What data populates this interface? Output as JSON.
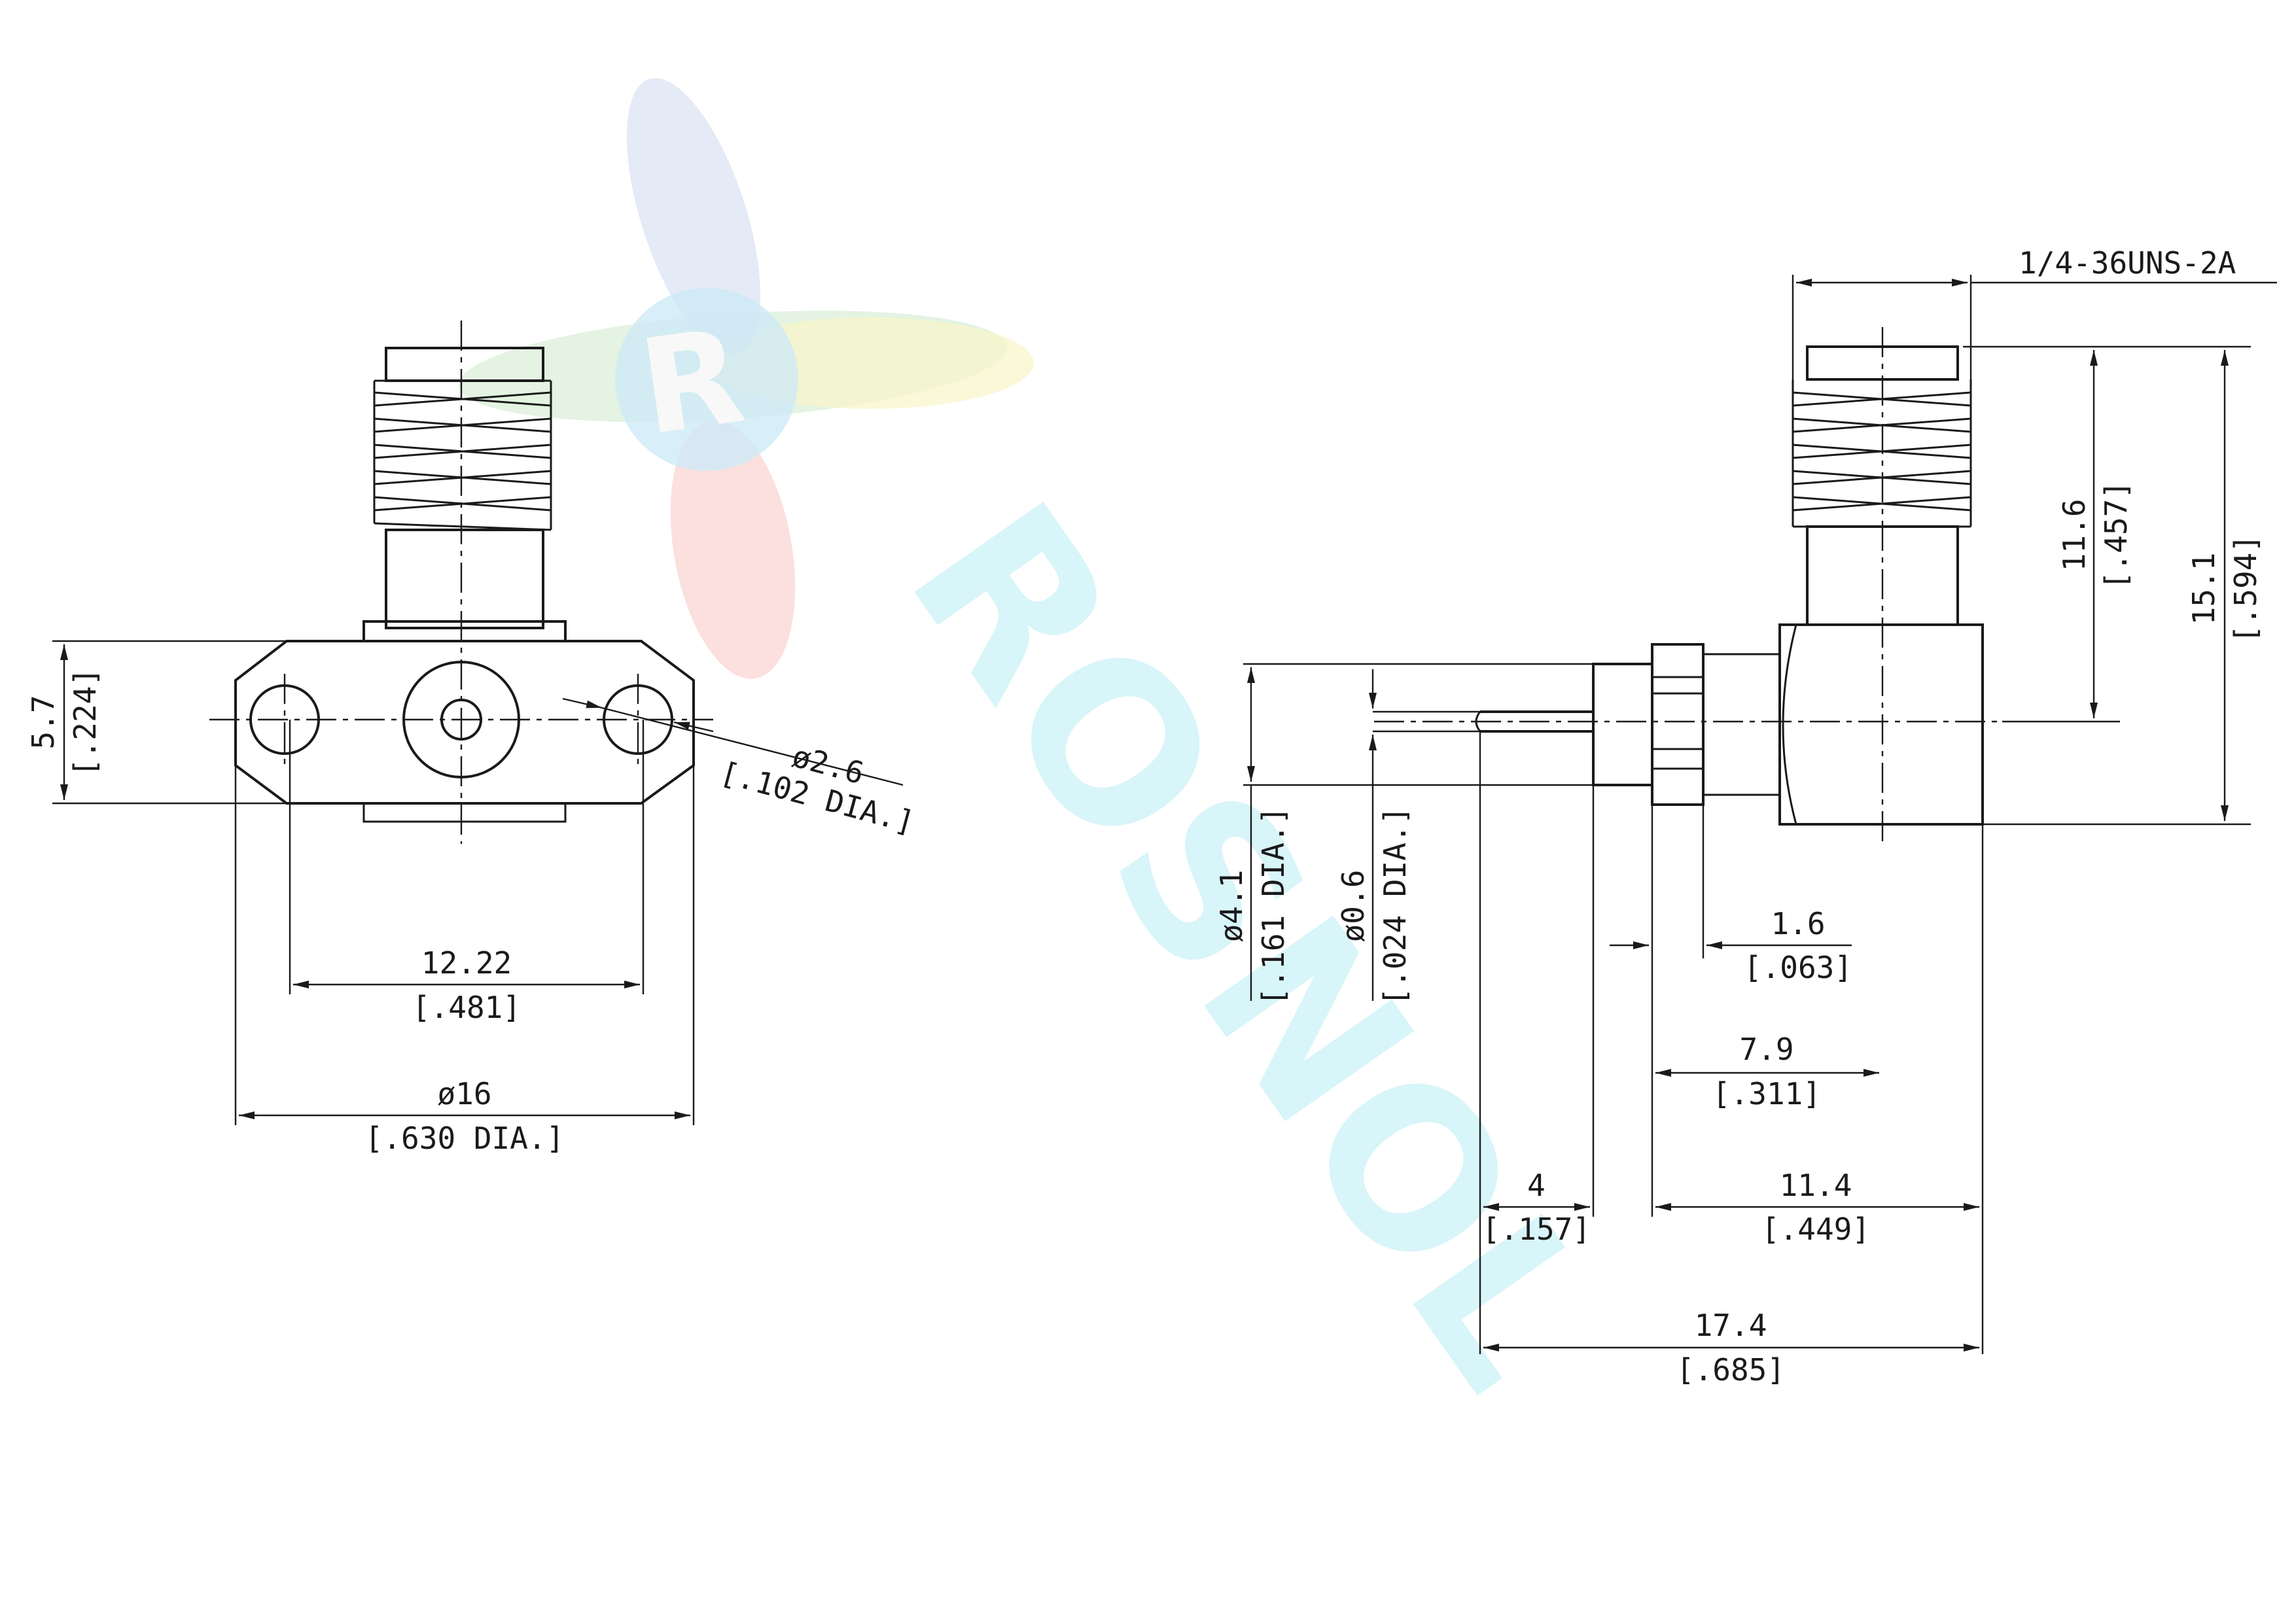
{
  "watermark": {
    "text": "ROSNOL",
    "logo_letter": "R",
    "logo_colors": [
      "#b9c7e8",
      "#f2a7a0",
      "#a7d9a0",
      "#f5ee9c",
      "#a6d8f0"
    ]
  },
  "front_view": {
    "height": {
      "value": "5.7",
      "inch": "[.224]"
    },
    "hole_dia": {
      "value": "ø2.6",
      "inch": "[.102 DIA.]"
    },
    "hole_spacing": {
      "value": "12.22",
      "inch": "[.481]"
    },
    "flange_dia": {
      "value": "ø16",
      "inch": "[.630 DIA.]"
    }
  },
  "side_view": {
    "thread": "1/4-36UNS-2A",
    "thread_length": {
      "value": "11.6",
      "inch": "[.457]"
    },
    "overall_height": {
      "value": "15.1",
      "inch": "[.594]"
    },
    "insulator_dia": {
      "value": "ø4.1",
      "inch": "[.161 DIA.]"
    },
    "pin_dia": {
      "value": "ø0.6",
      "inch": "[.024 DIA.]"
    },
    "flange_thick": {
      "value": "1.6",
      "inch": "[.063]"
    },
    "to_centre": {
      "value": "7.9",
      "inch": "[.311]"
    },
    "pin_length": {
      "value": "4",
      "inch": "[.157]"
    },
    "body_length": {
      "value": "11.4",
      "inch": "[.449]"
    },
    "overall_length": {
      "value": "17.4",
      "inch": "[.685]"
    }
  }
}
